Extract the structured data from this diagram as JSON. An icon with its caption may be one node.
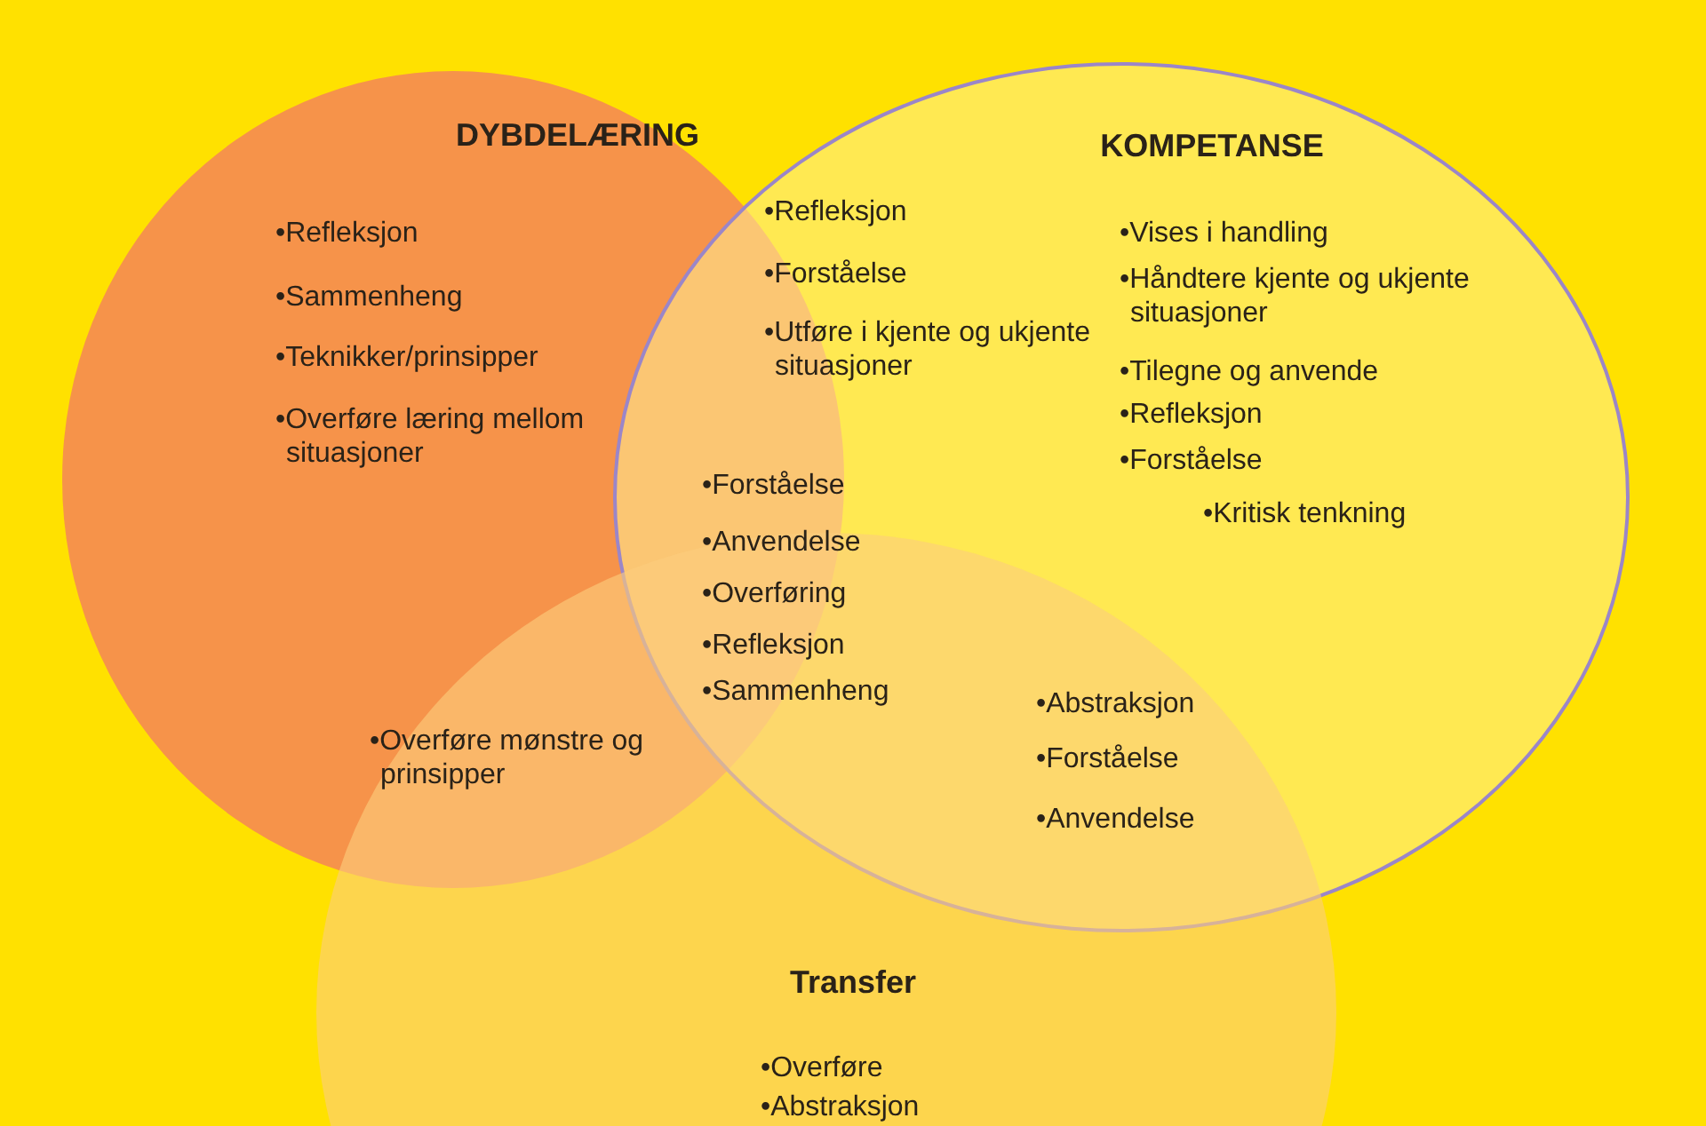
{
  "diagram": {
    "nodes": [
      {
        "text": [
          "DYBDELÆRING",
          "•Refleksjon",
          "•Sammenheng",
          "•Teknikker/prinsipper",
          "•Overføre læring mellom situasjoner"
        ]
      },
      {
        "text": [
          "KOMPETANSE",
          "•Vises i handling",
          "•Håndtere kjente og ukjente situasjoner",
          "•Tilegne og anvende",
          "•Refleksjon",
          "•Forståelse",
          "•Kritisk tenkning"
        ]
      },
      {
        "text": [
          "Transfer",
          "•Overføre",
          "•Abstraksjon"
        ]
      }
    ],
    "labels": [
      "•Refleksjon",
      "•Forståelse",
      "•Utføre i kjente og ukjente situasjoner",
      "•Forståelse",
      "•Anvendelse",
      "•Overføring",
      "•Refleksjon",
      "•Sammenheng",
      "•Overføre mønstre og prinsipper",
      "•Abstraksjon",
      "•Forståelse",
      "•Anvendelse"
    ]
  }
}
